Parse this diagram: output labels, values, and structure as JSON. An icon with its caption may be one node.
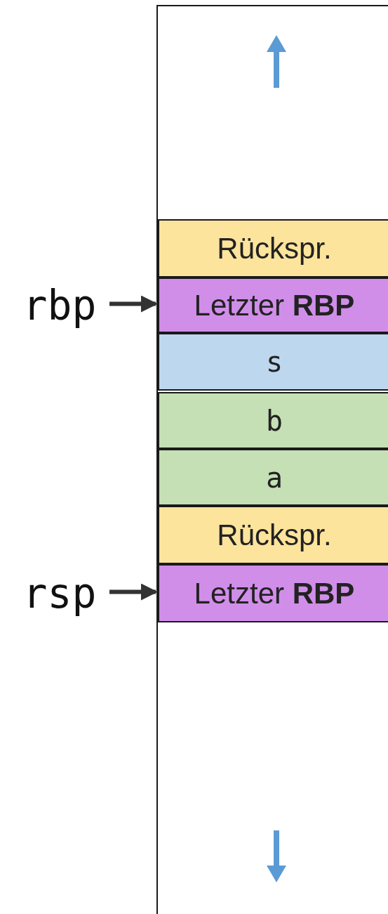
{
  "diagram": {
    "nodes": [
      {
        "text": [],
        "shape": "box"
      },
      {
        "text": [
          "Rückspr."
        ],
        "in": 0
      },
      {
        "text": [
          "Letzter **RBP**"
        ],
        "in": 0
      },
      {
        "text": [
          "s"
        ],
        "in": 0
      },
      {
        "text": [
          "b"
        ],
        "in": 0
      },
      {
        "text": [
          "a"
        ],
        "in": 0
      },
      {
        "text": [
          "Rückspr."
        ],
        "in": 0
      },
      {
        "text": [
          "Letzter **RBP**"
        ],
        "in": 0
      },
      {
        "text": [
          "rbp"
        ]
      },
      {
        "text": [
          "rsp"
        ]
      }
    ],
    "edges": [
      {
        "from": 8,
        "to": 2,
        "arrow": "to"
      },
      {
        "from": 9,
        "to": 7,
        "arrow": "to"
      }
    ]
  }
}
